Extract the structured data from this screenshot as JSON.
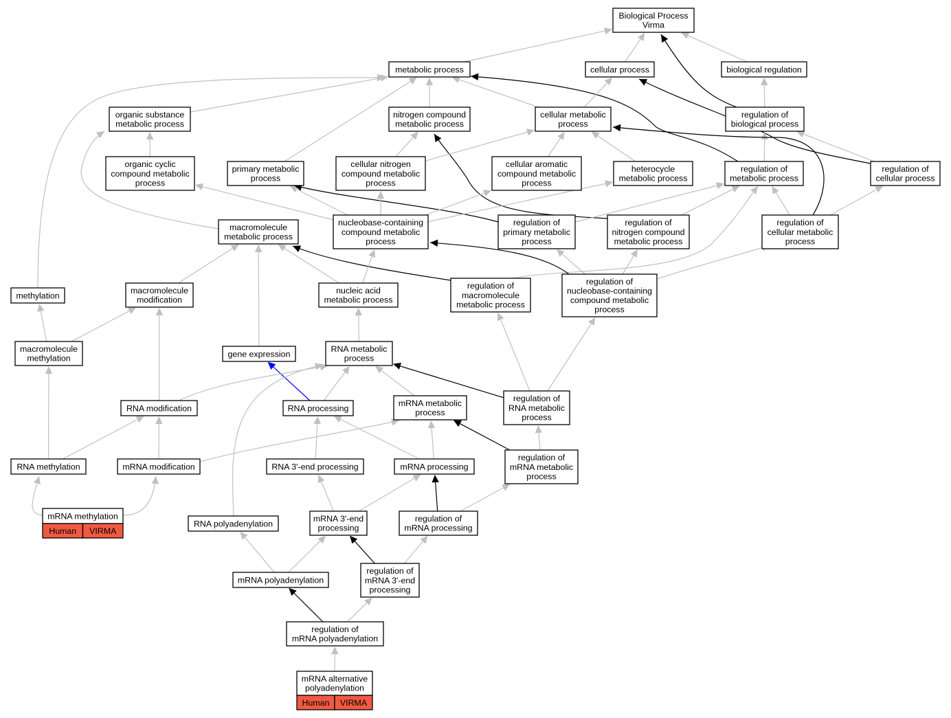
{
  "colors": {
    "background": "#ffffff",
    "node_border": "#000000",
    "tag_fill": "#f05a42",
    "edge_is_a": "#c0c0c0",
    "edge_regulates": "#000000",
    "edge_part_of": "#0000ff"
  },
  "nodes": {
    "bp": {
      "lines": [
        "Biological Process",
        "Virma"
      ]
    },
    "metabolic": {
      "lines": [
        "metabolic process"
      ]
    },
    "cellular": {
      "lines": [
        "cellular process"
      ]
    },
    "bioreg": {
      "lines": [
        "biological regulation"
      ]
    },
    "organic_sub": {
      "lines": [
        "organic substance",
        "metabolic process"
      ]
    },
    "nitrogen": {
      "lines": [
        "nitrogen compound",
        "metabolic process"
      ]
    },
    "cell_met": {
      "lines": [
        "cellular metabolic",
        "process"
      ]
    },
    "reg_bio": {
      "lines": [
        "regulation of",
        "biological process"
      ]
    },
    "org_cyclic": {
      "lines": [
        "organic cyclic",
        "compound metabolic",
        "process"
      ]
    },
    "primary": {
      "lines": [
        "primary metabolic",
        "process"
      ]
    },
    "cell_nitro": {
      "lines": [
        "cellular nitrogen",
        "compound metabolic",
        "process"
      ]
    },
    "cell_arom": {
      "lines": [
        "cellular aromatic",
        "compound metabolic",
        "process"
      ]
    },
    "heterocycle": {
      "lines": [
        "heterocycle",
        "metabolic process"
      ]
    },
    "reg_met": {
      "lines": [
        "regulation of",
        "metabolic process"
      ]
    },
    "reg_cell": {
      "lines": [
        "regulation of",
        "cellular process"
      ]
    },
    "macromol": {
      "lines": [
        "macromolecule",
        "metabolic process"
      ]
    },
    "nucleobase": {
      "lines": [
        "nucleobase-containing",
        "compound metabolic",
        "process"
      ]
    },
    "reg_primary": {
      "lines": [
        "regulation of",
        "primary metabolic",
        "process"
      ]
    },
    "reg_nitro": {
      "lines": [
        "regulation of",
        "nitrogen compound",
        "metabolic process"
      ]
    },
    "reg_cellmet": {
      "lines": [
        "regulation of",
        "cellular metabolic",
        "process"
      ]
    },
    "methylation": {
      "lines": [
        "methylation"
      ]
    },
    "macro_mod": {
      "lines": [
        "macromolecule",
        "modification"
      ]
    },
    "nucleic": {
      "lines": [
        "nucleic acid",
        "metabolic process"
      ]
    },
    "reg_macro": {
      "lines": [
        "regulation of",
        "macromolecule",
        "metabolic process"
      ]
    },
    "reg_nucleo": {
      "lines": [
        "regulation of",
        "nucleobase-containing",
        "compound metabolic",
        "process"
      ]
    },
    "macro_meth": {
      "lines": [
        "macromolecule",
        "methylation"
      ]
    },
    "gene_expr": {
      "lines": [
        "gene expression"
      ]
    },
    "rna_met": {
      "lines": [
        "RNA metabolic",
        "process"
      ]
    },
    "rna_mod": {
      "lines": [
        "RNA modification"
      ]
    },
    "rna_proc": {
      "lines": [
        "RNA processing"
      ]
    },
    "mrna_met": {
      "lines": [
        "mRNA metabolic",
        "process"
      ]
    },
    "reg_rnamet": {
      "lines": [
        "regulation of",
        "RNA metabolic",
        "process"
      ]
    },
    "rna_meth": {
      "lines": [
        "RNA methylation"
      ]
    },
    "mrna_mod": {
      "lines": [
        "mRNA modification"
      ]
    },
    "rna3": {
      "lines": [
        "RNA 3'-end processing"
      ]
    },
    "mrna_proc": {
      "lines": [
        "mRNA processing"
      ]
    },
    "reg_mrnamet": {
      "lines": [
        "regulation of",
        "mRNA metabolic",
        "process"
      ]
    },
    "mrna_meth": {
      "lines": [
        "mRNA methylation"
      ],
      "tags": [
        "Human",
        "VIRMA"
      ]
    },
    "rna_polya": {
      "lines": [
        "RNA polyadenylation"
      ]
    },
    "mrna3": {
      "lines": [
        "mRNA 3'-end",
        "processing"
      ]
    },
    "reg_mrnaproc": {
      "lines": [
        "regulation of",
        "mRNA processing"
      ]
    },
    "mrna_polya": {
      "lines": [
        "mRNA polyadenylation"
      ]
    },
    "reg_mrna3": {
      "lines": [
        "regulation of",
        "mRNA 3'-end",
        "processing"
      ]
    },
    "reg_polya": {
      "lines": [
        "regulation of",
        "mRNA polyadenylation"
      ]
    },
    "alt_polya": {
      "lines": [
        "mRNA alternative",
        "polyadenylation"
      ],
      "tags": [
        "Human",
        "VIRMA"
      ]
    }
  },
  "edges": [
    {
      "from": "metabolic",
      "to": "bp",
      "type": "is_a"
    },
    {
      "from": "cellular",
      "to": "bp",
      "type": "is_a"
    },
    {
      "from": "bioreg",
      "to": "bp",
      "type": "is_a"
    },
    {
      "from": "reg_bio",
      "to": "bp",
      "type": "regulates"
    },
    {
      "from": "organic_sub",
      "to": "metabolic",
      "type": "is_a"
    },
    {
      "from": "nitrogen",
      "to": "metabolic",
      "type": "is_a"
    },
    {
      "from": "cell_met",
      "to": "metabolic",
      "type": "is_a"
    },
    {
      "from": "primary",
      "to": "metabolic",
      "type": "is_a"
    },
    {
      "from": "methylation",
      "to": "metabolic",
      "type": "is_a"
    },
    {
      "from": "reg_met",
      "to": "metabolic",
      "type": "regulates"
    },
    {
      "from": "cell_met",
      "to": "cellular",
      "type": "is_a"
    },
    {
      "from": "reg_cell",
      "to": "cellular",
      "type": "regulates"
    },
    {
      "from": "reg_bio",
      "to": "bioreg",
      "type": "is_a"
    },
    {
      "from": "reg_met",
      "to": "reg_bio",
      "type": "is_a"
    },
    {
      "from": "reg_cell",
      "to": "reg_bio",
      "type": "is_a"
    },
    {
      "from": "org_cyclic",
      "to": "organic_sub",
      "type": "is_a"
    },
    {
      "from": "macromol",
      "to": "organic_sub",
      "type": "is_a"
    },
    {
      "from": "cell_nitro",
      "to": "nitrogen",
      "type": "is_a"
    },
    {
      "from": "reg_nitro",
      "to": "nitrogen",
      "type": "regulates"
    },
    {
      "from": "cell_nitro",
      "to": "cell_met",
      "type": "is_a"
    },
    {
      "from": "cell_arom",
      "to": "cell_met",
      "type": "is_a"
    },
    {
      "from": "heterocycle",
      "to": "cell_met",
      "type": "is_a"
    },
    {
      "from": "reg_cellmet",
      "to": "cell_met",
      "type": "regulates"
    },
    {
      "from": "nucleobase",
      "to": "org_cyclic",
      "type": "is_a"
    },
    {
      "from": "nucleobase",
      "to": "primary",
      "type": "is_a"
    },
    {
      "from": "reg_primary",
      "to": "primary",
      "type": "regulates"
    },
    {
      "from": "nucleobase",
      "to": "cell_nitro",
      "type": "is_a"
    },
    {
      "from": "nucleobase",
      "to": "cell_arom",
      "type": "is_a"
    },
    {
      "from": "nucleobase",
      "to": "heterocycle",
      "type": "is_a"
    },
    {
      "from": "reg_primary",
      "to": "reg_met",
      "type": "is_a"
    },
    {
      "from": "reg_nitro",
      "to": "reg_met",
      "type": "is_a"
    },
    {
      "from": "reg_cellmet",
      "to": "reg_met",
      "type": "is_a"
    },
    {
      "from": "reg_macro",
      "to": "reg_met",
      "type": "is_a"
    },
    {
      "from": "reg_cellmet",
      "to": "reg_cell",
      "type": "is_a"
    },
    {
      "from": "macro_mod",
      "to": "macromol",
      "type": "is_a"
    },
    {
      "from": "gene_expr",
      "to": "macromol",
      "type": "is_a"
    },
    {
      "from": "nucleic",
      "to": "macromol",
      "type": "is_a"
    },
    {
      "from": "reg_macro",
      "to": "macromol",
      "type": "regulates"
    },
    {
      "from": "nucleic",
      "to": "nucleobase",
      "type": "is_a"
    },
    {
      "from": "reg_nucleo",
      "to": "nucleobase",
      "type": "regulates"
    },
    {
      "from": "reg_nucleo",
      "to": "reg_primary",
      "type": "is_a"
    },
    {
      "from": "reg_nucleo",
      "to": "reg_nitro",
      "type": "is_a"
    },
    {
      "from": "reg_nucleo",
      "to": "reg_cellmet",
      "type": "is_a"
    },
    {
      "from": "macro_meth",
      "to": "methylation",
      "type": "is_a"
    },
    {
      "from": "macro_meth",
      "to": "macro_mod",
      "type": "is_a"
    },
    {
      "from": "rna_mod",
      "to": "macro_mod",
      "type": "is_a"
    },
    {
      "from": "rna_met",
      "to": "nucleic",
      "type": "is_a"
    },
    {
      "from": "reg_rnamet",
      "to": "reg_macro",
      "type": "is_a"
    },
    {
      "from": "reg_rnamet",
      "to": "reg_nucleo",
      "type": "is_a"
    },
    {
      "from": "rna_meth",
      "to": "macro_meth",
      "type": "is_a"
    },
    {
      "from": "rna_proc",
      "to": "gene_expr",
      "type": "part_of"
    },
    {
      "from": "rna_mod",
      "to": "rna_met",
      "type": "is_a"
    },
    {
      "from": "rna_proc",
      "to": "rna_met",
      "type": "is_a"
    },
    {
      "from": "mrna_met",
      "to": "rna_met",
      "type": "is_a"
    },
    {
      "from": "reg_rnamet",
      "to": "rna_met",
      "type": "regulates"
    },
    {
      "from": "rna_polya",
      "to": "rna_met",
      "type": "is_a"
    },
    {
      "from": "rna_meth",
      "to": "rna_mod",
      "type": "is_a"
    },
    {
      "from": "mrna_mod",
      "to": "rna_mod",
      "type": "is_a"
    },
    {
      "from": "rna3",
      "to": "rna_proc",
      "type": "is_a"
    },
    {
      "from": "mrna_proc",
      "to": "rna_proc",
      "type": "is_a"
    },
    {
      "from": "mrna_mod",
      "to": "mrna_met",
      "type": "is_a"
    },
    {
      "from": "mrna_proc",
      "to": "mrna_met",
      "type": "is_a"
    },
    {
      "from": "reg_mrnamet",
      "to": "mrna_met",
      "type": "regulates"
    },
    {
      "from": "reg_mrnamet",
      "to": "reg_rnamet",
      "type": "is_a"
    },
    {
      "from": "mrna_meth",
      "to": "rna_meth",
      "type": "is_a"
    },
    {
      "from": "mrna_meth",
      "to": "mrna_mod",
      "type": "is_a"
    },
    {
      "from": "mrna3",
      "to": "rna3",
      "type": "is_a"
    },
    {
      "from": "mrna3",
      "to": "mrna_proc",
      "type": "is_a"
    },
    {
      "from": "reg_mrnaproc",
      "to": "mrna_proc",
      "type": "regulates"
    },
    {
      "from": "reg_mrnaproc",
      "to": "reg_mrnamet",
      "type": "is_a"
    },
    {
      "from": "mrna_polya",
      "to": "rna_polya",
      "type": "is_a"
    },
    {
      "from": "mrna_polya",
      "to": "mrna3",
      "type": "is_a"
    },
    {
      "from": "reg_mrna3",
      "to": "mrna3",
      "type": "regulates"
    },
    {
      "from": "reg_mrna3",
      "to": "reg_mrnaproc",
      "type": "is_a"
    },
    {
      "from": "reg_polya",
      "to": "mrna_polya",
      "type": "regulates"
    },
    {
      "from": "reg_polya",
      "to": "reg_mrna3",
      "type": "is_a"
    },
    {
      "from": "alt_polya",
      "to": "reg_polya",
      "type": "is_a"
    }
  ]
}
